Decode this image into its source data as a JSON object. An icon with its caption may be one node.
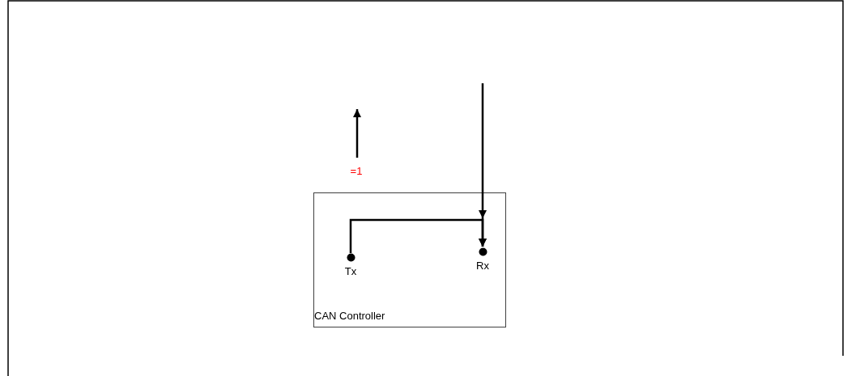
{
  "diagram": {
    "nodes": [
      {
        "text": [
          "CAN Controller"
        ]
      },
      {
        "text": [
          "Tx"
        ],
        "in": 0
      },
      {
        "text": [
          "Rx"
        ],
        "in": 0
      },
      {
        "text": [
          "=1"
        ]
      }
    ],
    "edges": [
      {
        "from": 1,
        "to": 2,
        "arrow": "to"
      },
      {
        "from": null,
        "to": 2,
        "arrow": "to"
      },
      {
        "from": 3,
        "to": null,
        "arrow": "to"
      }
    ]
  }
}
